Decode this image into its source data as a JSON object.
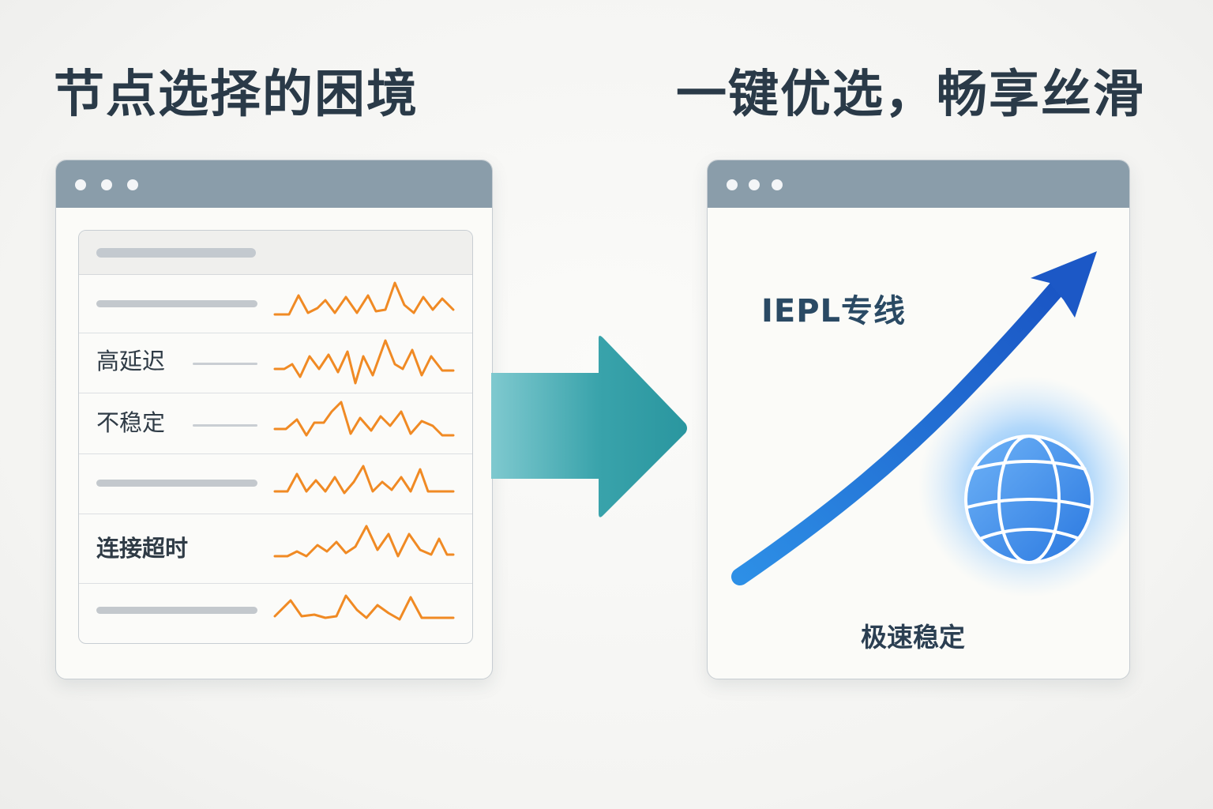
{
  "left_panel": {
    "title": "节点选择的困境",
    "labels": {
      "high_latency": "高延迟",
      "unstable": "不稳定",
      "timeout": "连接超时"
    }
  },
  "right_panel": {
    "title": "一键优选，畅享丝滑",
    "line_type": "IEPL专线",
    "tagline": "极速稳定"
  },
  "colors": {
    "heading": "#2a3a48",
    "titlebar": "#8a9daa",
    "wave": "#f08a24",
    "arrow_teal": "#2a9ea5",
    "arrow_blue": "#1f66cc",
    "globe": "#3d8ee8"
  },
  "icons": [
    "window-dots-icon",
    "transition-arrow-icon",
    "growth-arrow-icon",
    "globe-icon"
  ]
}
